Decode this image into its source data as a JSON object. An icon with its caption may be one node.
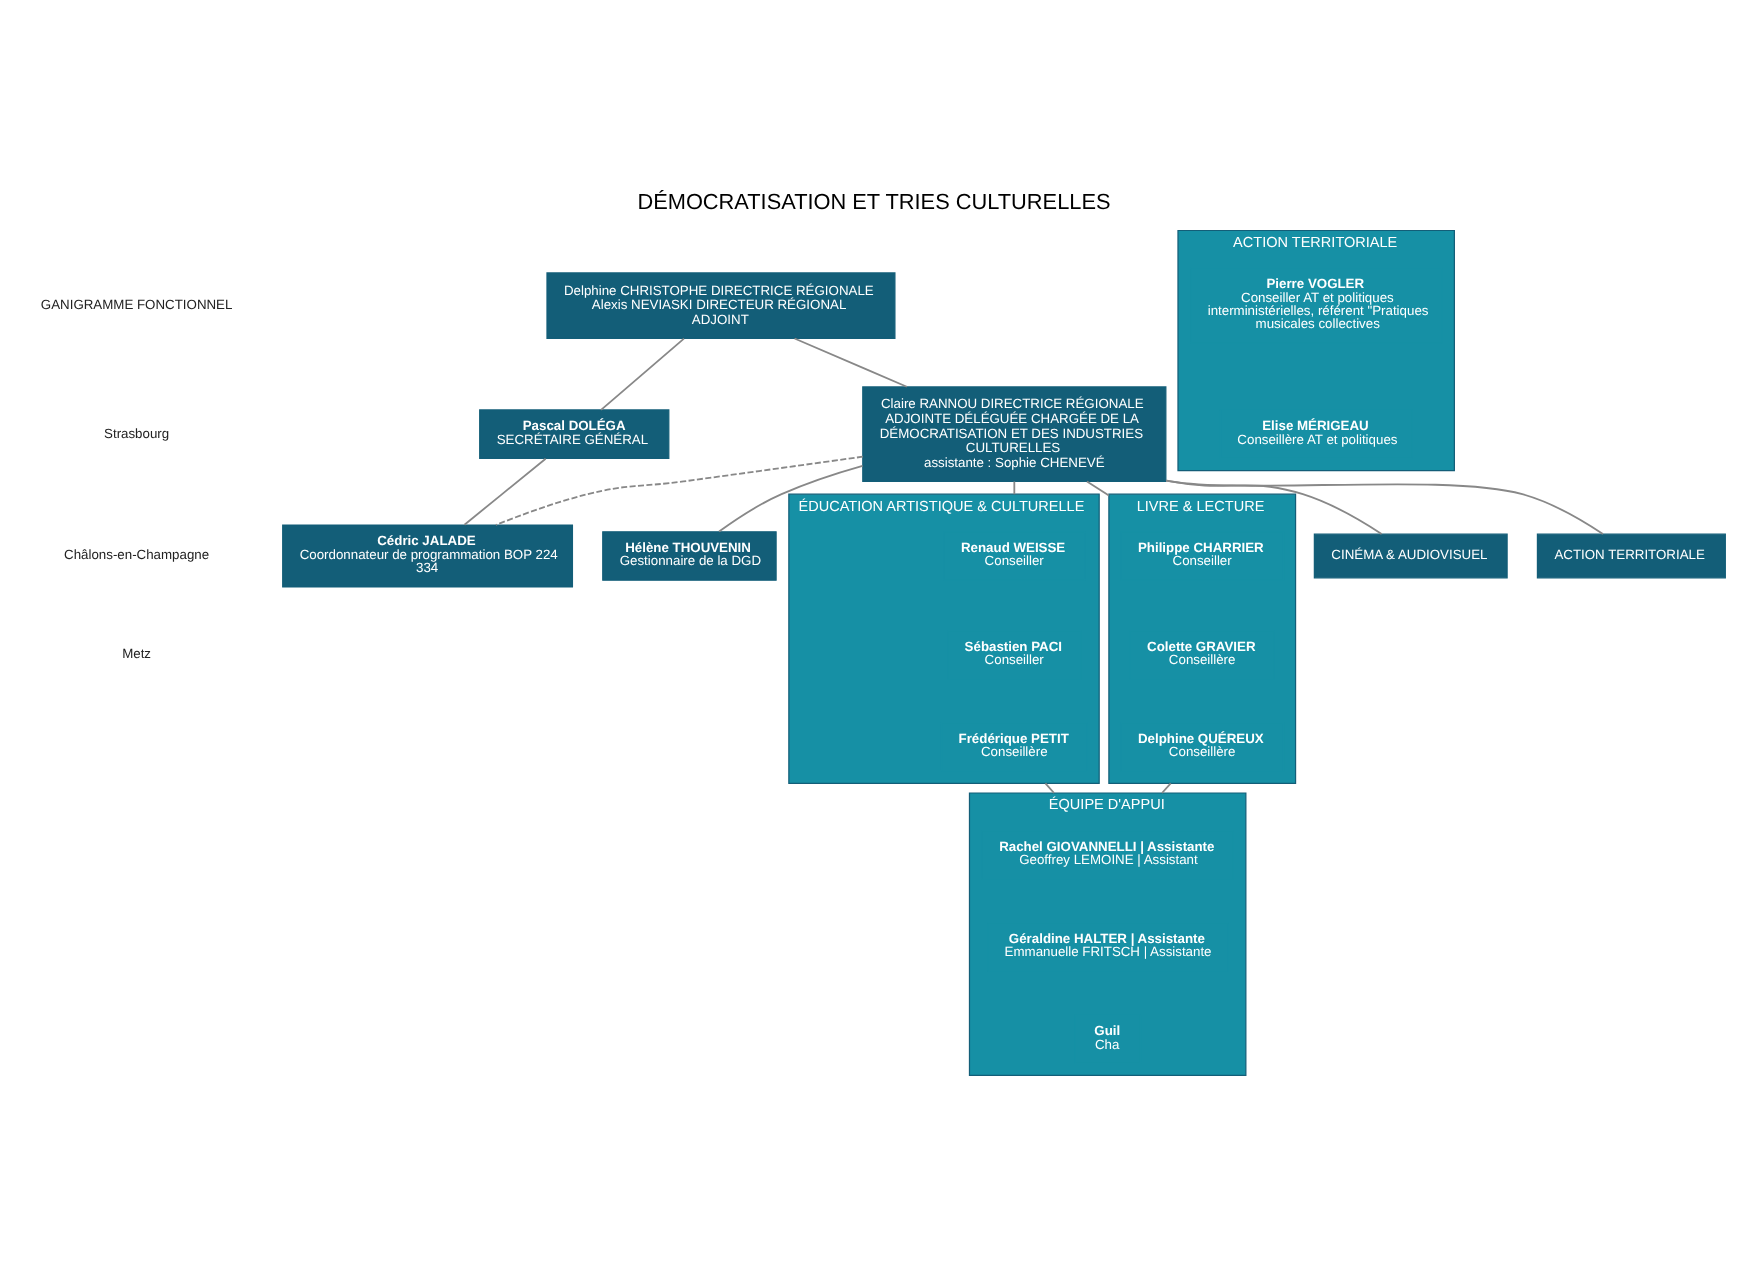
{
  "diagram": {
    "title": "DÉMOCRATISATION ET TRIES CULTURELLES",
    "nodes": [
      {
        "text": [
          "Delphine CHRISTOPHE DIRECTRICE RÉGIONALE",
          "Alexis NEVIASKI DIRECTEUR RÉGIONAL ADJOINT"
        ]
      },
      {
        "text": [
          "Pascal DOLÉGA",
          "SECRÉTAIRE GÉNÉRAL"
        ]
      },
      {
        "text": [
          "Hélène THOUVENIN",
          "Gestionnaire de la DGD"
        ]
      },
      {
        "text": [
          "Claire RANNOU DIRECTRICE RÉGIONALE ADJOINTE DÉLÉGUÉE CHARGÉE DE LA DÉMOCRATISATION ET DES INDUSTRIES CULTURELLES",
          "assistante : Sophie CHENEVÉ"
        ]
      },
      {
        "text": [
          "Cédric JALADE",
          "Coordonnateur de programmation BOP 224 334"
        ]
      },
      {
        "text": [
          "ÉDUCATION ARTISTIQUE & CULTURELLE"
        ]
      },
      {
        "text": [
          "Renaud WEISSE",
          "Conseiller"
        ],
        "in": 5
      },
      {
        "text": [
          "Sébastien PACI",
          "Conseiller"
        ],
        "in": 5
      },
      {
        "text": [
          "Frédérique PETIT",
          "Conseillère"
        ],
        "in": 5
      },
      {
        "text": [
          "LIVRE & LECTURE"
        ]
      },
      {
        "text": [
          "Philippe CHARRIER",
          "Conseiller"
        ],
        "in": 9
      },
      {
        "text": [
          "Colette GRAVIER",
          "Conseillère"
        ],
        "in": 9
      },
      {
        "text": [
          "Delphine QUÉREUX",
          "Conseillère"
        ],
        "in": 9
      },
      {
        "text": [
          "CINÉMA & AUDIOVISUEL"
        ]
      },
      {
        "text": [
          "ACTION TERRITORIALE"
        ]
      },
      {
        "text": [
          "ÉQUIPE D'APPUI"
        ]
      },
      {
        "text": [
          "Rachel GIOVANNELLI | Assistante",
          "Geoffrey LEMOINE | Assistant"
        ],
        "in": 15
      },
      {
        "text": [
          "Géraldine HALTER | Assistante",
          "Emmanuelle FRITSCH | Assistante"
        ],
        "in": 15
      },
      {
        "text": [
          "Guil",
          "Cha"
        ],
        "in": 15
      },
      {
        "text": [
          "ACTION TERRITORIALE"
        ]
      },
      {
        "text": [
          "Pierre VOGLER",
          "Conseiller AT et politiques interministérielles, référent \"Pratiques musicales collectives"
        ],
        "in": 19
      },
      {
        "text": [
          "Elise MÉRIGEAU",
          "Conseillère AT et politiques"
        ],
        "in": 19
      }
    ],
    "edges": [
      {
        "from": 0,
        "to": 1,
        "arrow": "none"
      },
      {
        "from": 0,
        "to": 3,
        "arrow": "none"
      },
      {
        "from": 1,
        "to": 4,
        "arrow": "none"
      },
      {
        "from": 3,
        "to": 2,
        "arrow": "none"
      },
      {
        "from": 3,
        "to": 4,
        "arrow": "none",
        "style": "dashed"
      },
      {
        "from": 3,
        "to": 5,
        "arrow": "none"
      },
      {
        "from": 3,
        "to": 9,
        "arrow": "none"
      },
      {
        "from": 3,
        "to": 13,
        "arrow": "none"
      },
      {
        "from": 3,
        "to": 14,
        "arrow": "none"
      },
      {
        "from": 5,
        "to": 15,
        "arrow": "none"
      },
      {
        "from": 9,
        "to": 15,
        "arrow": "none"
      }
    ],
    "labels": [
      "GANIGRAMME FONCTIONNEL",
      "Strasbourg",
      "Châlons-en-Champagne",
      "Metz"
    ]
  }
}
